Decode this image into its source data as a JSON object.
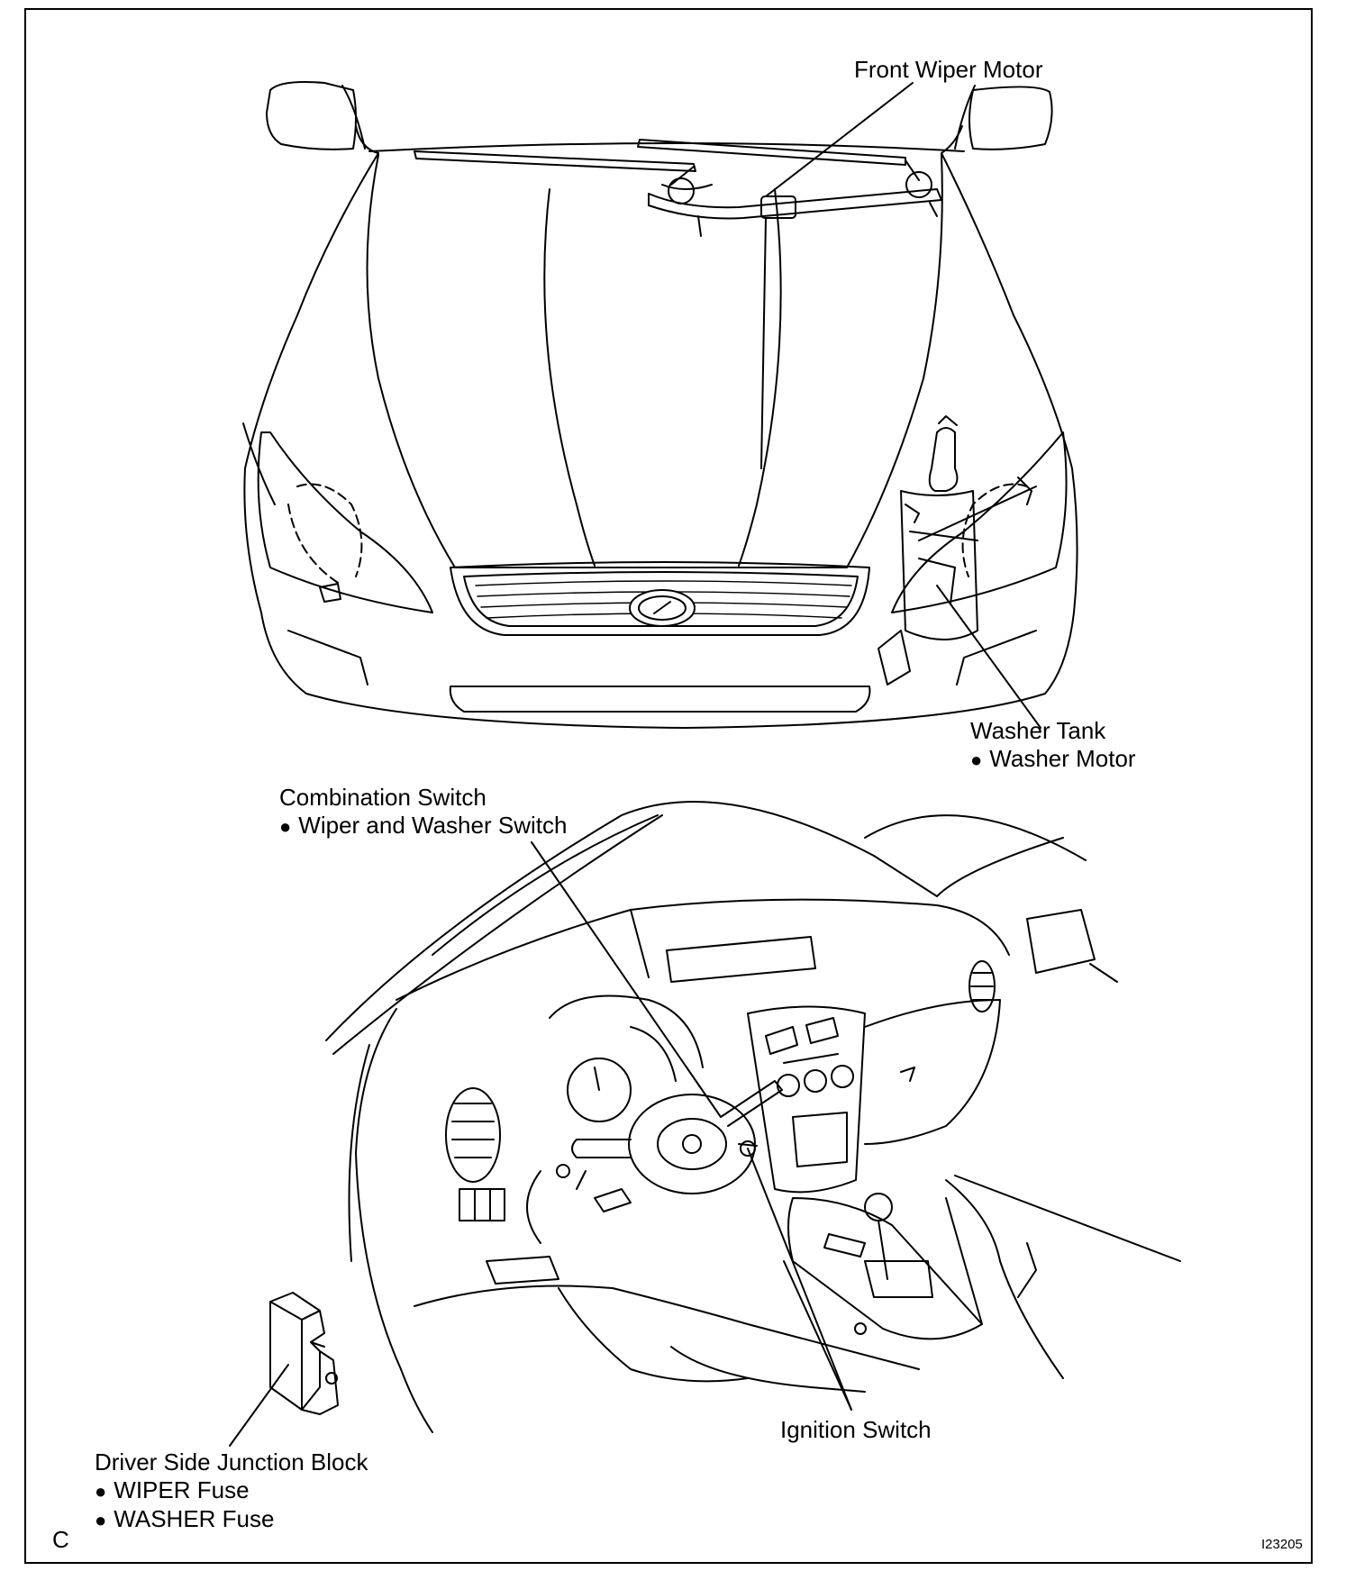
{
  "labels": {
    "front_wiper_motor": "Front Wiper Motor",
    "washer_tank": "Washer Tank",
    "washer_motor": "Washer Motor",
    "combination_switch": "Combination Switch",
    "wiper_washer_switch": "Wiper and Washer Switch",
    "ignition_switch": "Ignition Switch",
    "junction_block": "Driver Side Junction Block",
    "wiper_fuse": "WIPER Fuse",
    "washer_fuse": "WASHER Fuse"
  },
  "bullet": "●",
  "corner_mark": "C",
  "figure_id": "I23205"
}
